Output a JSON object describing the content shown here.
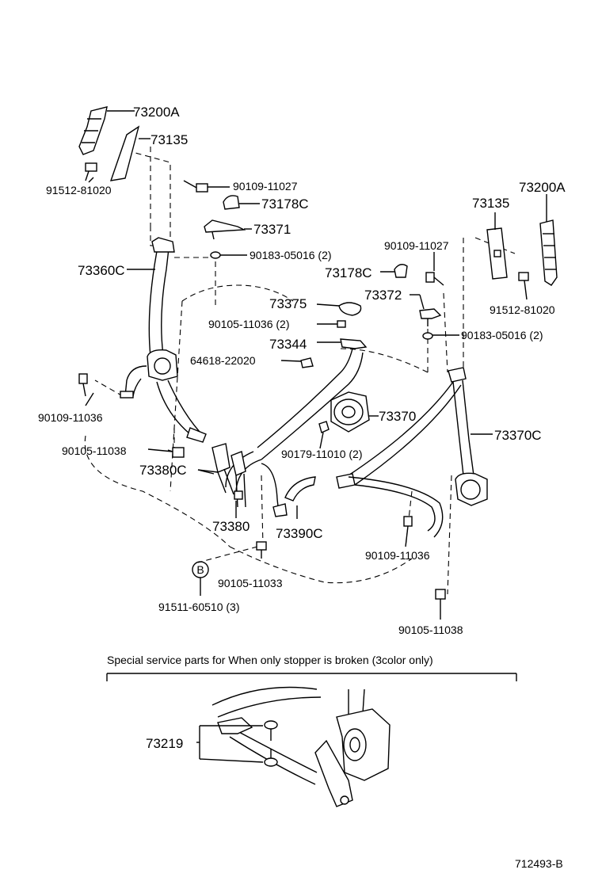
{
  "labels": {
    "p73200A_left": "73200A",
    "p73135_left": "73135",
    "p91512_left": "91512-81020",
    "p90109_11027_top": "90109-11027",
    "p73178C_top": "73178C",
    "p73371": "73371",
    "p90183_left": "90183-05016 (2)",
    "p73360C": "73360C",
    "p73375": "73375",
    "p90105_11036": "90105-11036 (2)",
    "p73344": "73344",
    "p64618": "64618-22020",
    "p90109_11036_left": "90109-11036",
    "p73370": "73370",
    "p90105_11038_left": "90105-11038",
    "p90179": "90179-11010 (2)",
    "p73380C": "73380C",
    "p73380": "73380",
    "p73390C": "73390C",
    "circle_b": "B",
    "p91511": "91511-60510 (3)",
    "p90105_11033": "90105-11033",
    "p73200A_right": "73200A",
    "p73135_right": "73135",
    "p90109_11027_right": "90109-11027",
    "p73178C_right": "73178C",
    "p73372": "73372",
    "p91512_right": "91512-81020",
    "p90183_right": "90183-05016 (2)",
    "p73370C": "73370C",
    "p90109_11036_right": "90109-11036",
    "p90105_11038_right": "90105-11038",
    "p73219": "73219"
  },
  "special_note": "Special service parts for When only stopper is broken (3color only)",
  "figure_code": "712493-B"
}
